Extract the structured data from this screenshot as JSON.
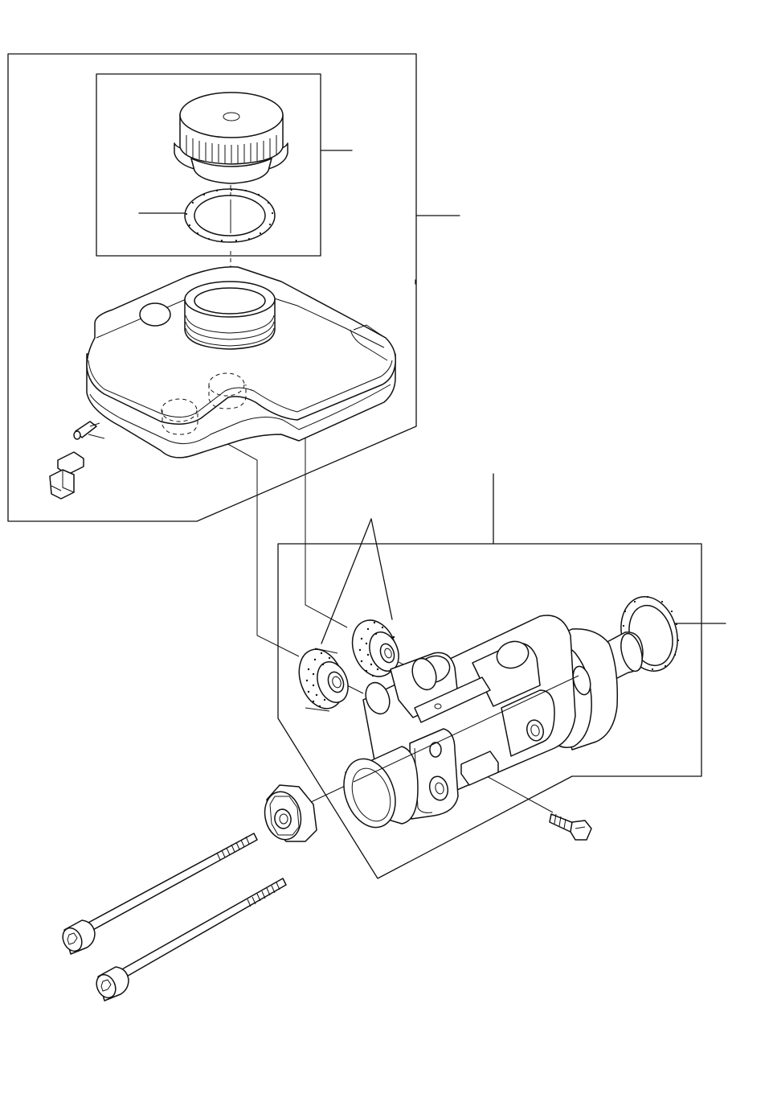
{
  "diagram": {
    "callout_labels": [],
    "colors": {
      "line": "#111111",
      "background": "#ffffff"
    },
    "parts": [
      "reservoir-cap",
      "cap-seal",
      "fluid-reservoir",
      "level-sensor-connector",
      "reservoir-grommets",
      "master-cylinder",
      "flange-gasket",
      "union-nut",
      "mounting-bolts",
      "stop-screw"
    ]
  }
}
